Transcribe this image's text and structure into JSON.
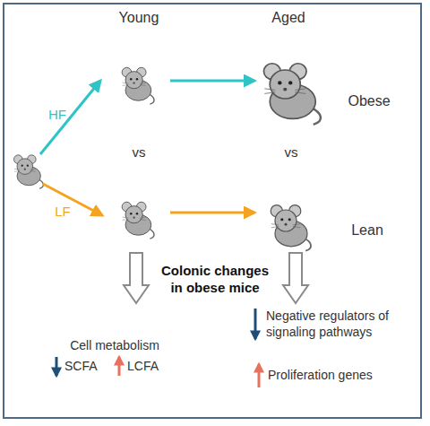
{
  "diagram": {
    "labels": [
      "Young",
      "Aged",
      "Obese",
      "HF",
      "vs",
      "vs",
      "LF",
      "Lean",
      "Colonic changes in obese mice",
      "Negative regulators of signaling pathways",
      "Cell metabolism",
      "SCFA",
      "LCFA",
      "Proliferation genes"
    ]
  }
}
